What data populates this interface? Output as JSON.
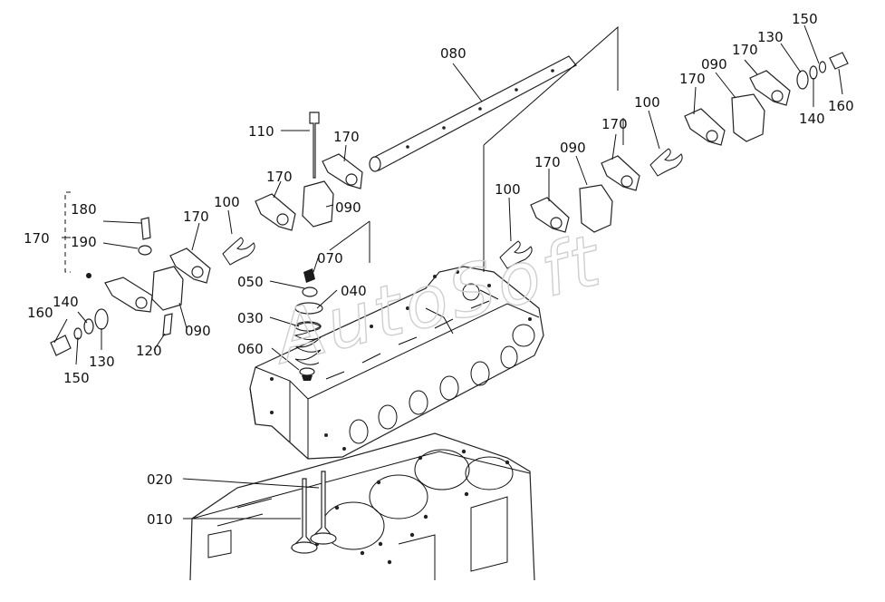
{
  "labels": {
    "p010": "010",
    "p020": "020",
    "p030": "030",
    "p040": "040",
    "p050": "050",
    "p060": "060",
    "p070": "070",
    "p080": "080",
    "p090_a": "090",
    "p090_b": "090",
    "p090_c": "090",
    "p090_d": "090",
    "p100_a": "100",
    "p100_b": "100",
    "p100_c": "100",
    "p110": "110",
    "p120": "120",
    "p130_a": "130",
    "p130_b": "130",
    "p140_a": "140",
    "p140_b": "140",
    "p150_a": "150",
    "p150_b": "150",
    "p160_a": "160",
    "p160_b": "160",
    "p170_a": "170",
    "p170_b": "170",
    "p170_c": "170",
    "p170_d": "170",
    "p170_e": "170",
    "p170_f": "170",
    "p170_g": "170",
    "p170_h": "170",
    "p180": "180",
    "p190": "190"
  },
  "watermark": "AutoSoft"
}
